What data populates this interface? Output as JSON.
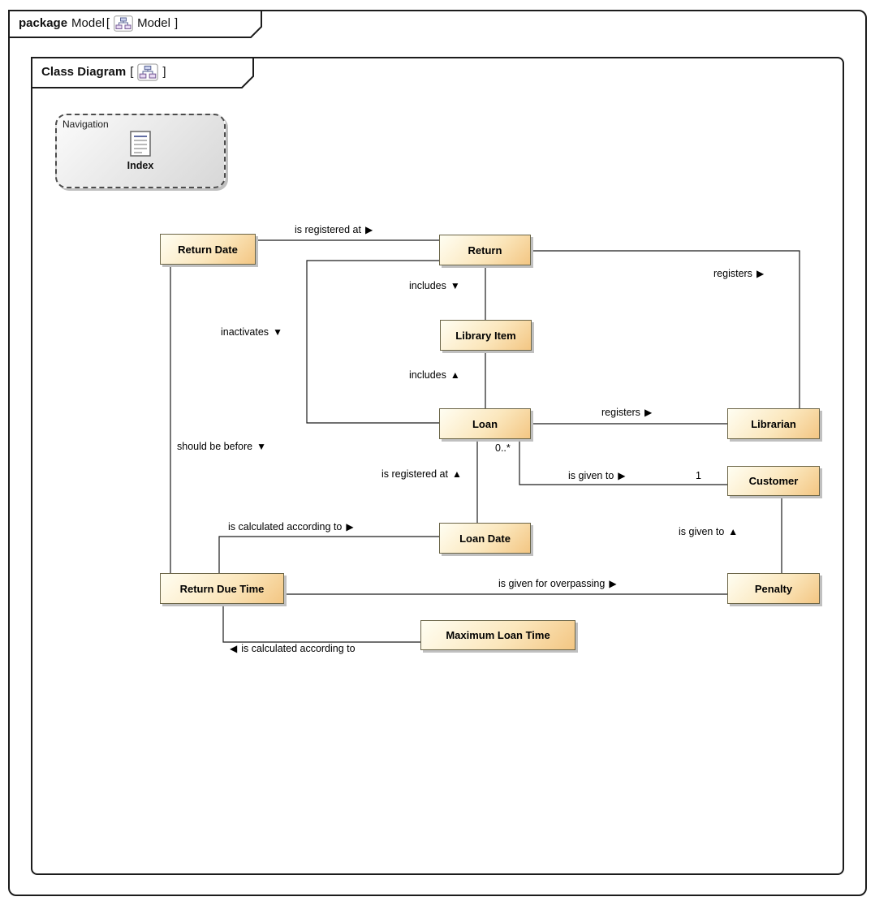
{
  "outer_tab": {
    "keyword": "package",
    "name": "Model",
    "bracket_open": "[",
    "ref_name": "Model",
    "bracket_close": "]"
  },
  "inner_tab": {
    "title": "Class Diagram",
    "bracket_open": "[",
    "bracket_close": "]"
  },
  "navigation": {
    "title": "Navigation",
    "item_label": "Index"
  },
  "classes": [
    {
      "label": "Return Date"
    },
    {
      "label": "Return"
    },
    {
      "label": "Library Item"
    },
    {
      "label": "Loan"
    },
    {
      "label": "Librarian"
    },
    {
      "label": "Customer"
    },
    {
      "label": "Loan Date"
    },
    {
      "label": "Return Due Time"
    },
    {
      "label": "Penalty"
    },
    {
      "label": "Maximum Loan Time"
    }
  ],
  "associations": [
    {
      "from": "Return Date",
      "to": "Return",
      "label": "is registered at",
      "arrow": "▶"
    },
    {
      "from": "Return",
      "to": "Librarian",
      "label": "registers",
      "arrow": "▶"
    },
    {
      "from": "Return",
      "to": "Library Item",
      "label": "includes",
      "arrow": "▼"
    },
    {
      "from": "Return",
      "to": "Loan",
      "label": "inactivates",
      "arrow": "▼"
    },
    {
      "from": "Library Item",
      "to": "Loan",
      "label": "includes",
      "arrow": "▲"
    },
    {
      "from": "Loan",
      "to": "Librarian",
      "label": "registers",
      "arrow": "▶"
    },
    {
      "from": "Return Date",
      "to": "Return Due Time",
      "label": "should be before",
      "arrow": "▼"
    },
    {
      "from": "Loan",
      "to": "Loan Date",
      "label": "is registered at",
      "arrow": "▲"
    },
    {
      "from": "Loan",
      "to": "Customer",
      "label": "is given to",
      "arrow": "▶",
      "mult_source": "0..*",
      "mult_target": "1"
    },
    {
      "from": "Customer",
      "to": "Penalty",
      "label": "is given to",
      "arrow": "▲"
    },
    {
      "from": "Return Due Time",
      "to": "Loan Date",
      "label": "is calculated according to",
      "arrow": "▶"
    },
    {
      "from": "Return Due Time",
      "to": "Penalty",
      "label": "is given for overpassing",
      "arrow": "▶"
    },
    {
      "from": "Return Due Time",
      "to": "Maximum Loan Time",
      "label": "is calculated according to",
      "arrow": "◀",
      "arrow_position": "before"
    }
  ],
  "colors": {
    "class_fill_start": "#fffef2",
    "class_fill_mid": "#fbe7bd",
    "class_fill_end": "#f3c683",
    "class_border": "#6b6547",
    "line": "#1c1c1c",
    "frame_border": "#1c1c1c",
    "shadow": "#c0c0c0",
    "nav_fill_start": "#fbfbfb",
    "nav_fill_end": "#d7d7d7",
    "nav_border": "#4c4c4c"
  }
}
